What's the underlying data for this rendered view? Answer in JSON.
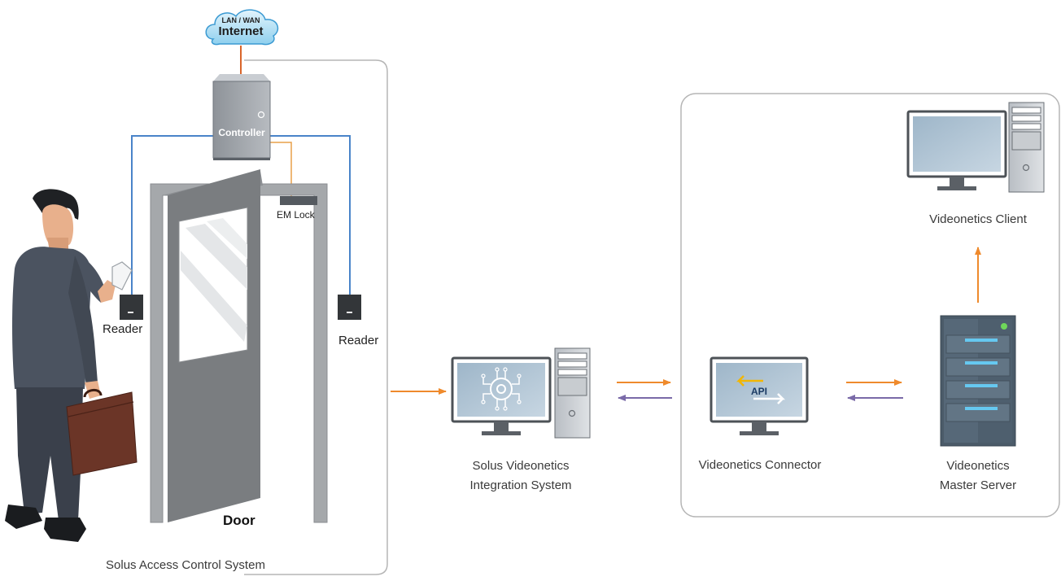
{
  "network": {
    "line1": "LAN / WAN",
    "line2": "Internet"
  },
  "controller": {
    "label": "Controller"
  },
  "em_lock": {
    "label": "EM Lock"
  },
  "readers": {
    "left_label": "Reader",
    "right_label": "Reader"
  },
  "door": {
    "label": "Door"
  },
  "access_system": {
    "label": "Solus Access Control System"
  },
  "integration": {
    "line1": "Solus Videonetics",
    "line2": "Integration System"
  },
  "connector": {
    "label": "Videonetics Connector",
    "screen_text": "API"
  },
  "master_server": {
    "line1": "Videonetics",
    "line2": "Master Server"
  },
  "client": {
    "label": "Videonetics Client"
  },
  "colors": {
    "wire_internet": "#d9652b",
    "wire_reader": "#4a84c9",
    "wire_lock": "#e8a04a",
    "arrow_forward": "#ef8a2c",
    "arrow_back": "#7a6aa8",
    "boundary": "#b5b5b5",
    "suit": "#4b5360",
    "briefcase": "#6b3527",
    "server_body": "#4b5b69",
    "server_led": "#6fd65a",
    "api_arrow": "#f2b600"
  }
}
